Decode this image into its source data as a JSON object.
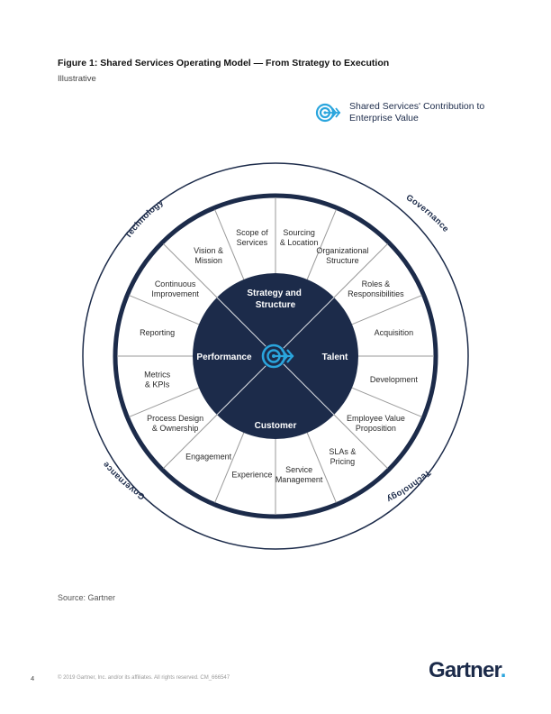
{
  "figure": {
    "title": "Figure 1: Shared Services Operating Model — From Strategy to Execution",
    "subtitle": "Illustrative"
  },
  "legend": {
    "icon": "target-arrow-icon",
    "text": "Shared Services' Contribution to Enterprise Value"
  },
  "wheel": {
    "center_icon": "target-arrow-icon",
    "inner": [
      "Strategy and Structure",
      "Talent",
      "Customer",
      "Performance"
    ],
    "segments": [
      "Scope of Services",
      "Sourcing & Location",
      "Organizational Structure",
      "Roles & Responsibilities",
      "Acquisition",
      "Development",
      "Employee Value Proposition",
      "SLAs & Pricing",
      "Service Management",
      "Experience",
      "Engagement",
      "Process Design & Ownership",
      "Metrics & KPIs",
      "Reporting",
      "Continuous Improvement",
      "Vision & Mission"
    ],
    "ring_labels": [
      "Technology",
      "Governance",
      "Technology",
      "Governance"
    ]
  },
  "colors": {
    "navy": "#1c2b4a",
    "accent": "#2aa5dd",
    "divider": "#9a9a9a"
  },
  "source": "Source: Gartner",
  "footer": {
    "page_number": "4",
    "copyright": "© 2019 Gartner, Inc. and/or its affiliates. All rights reserved. CM_666547",
    "logo": "Gartner"
  }
}
